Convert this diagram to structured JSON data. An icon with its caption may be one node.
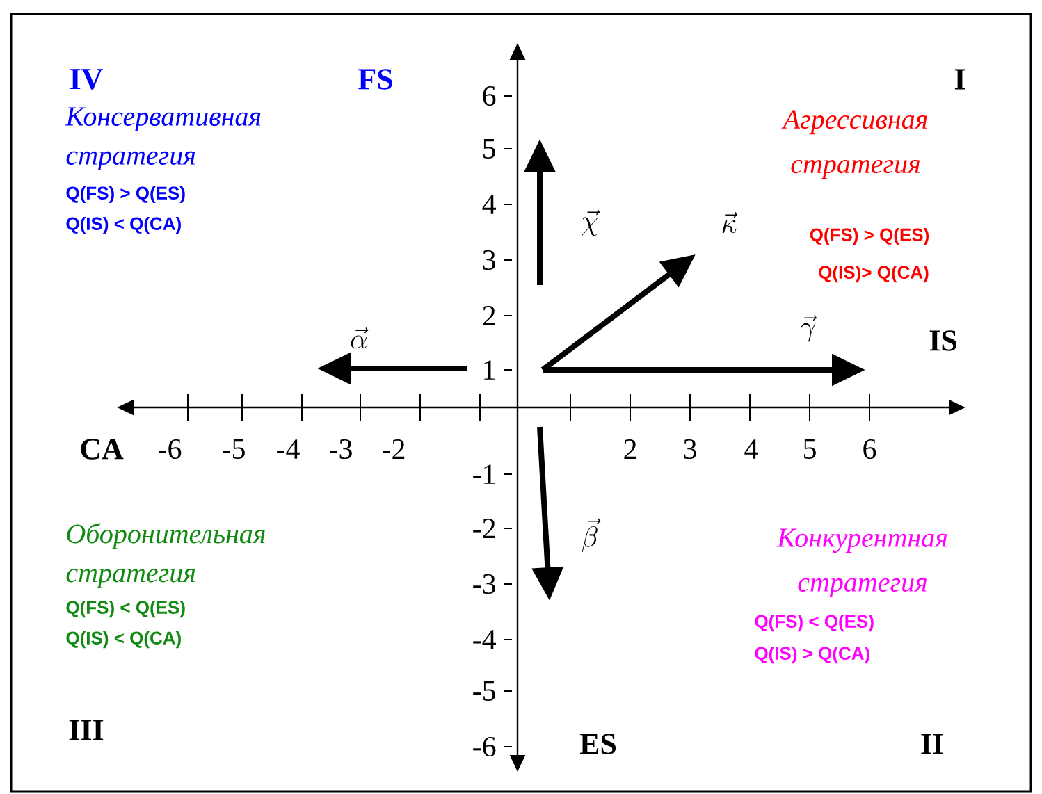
{
  "diagram": {
    "labels": [
      "IV",
      "FS",
      "I",
      "6",
      "Консервативная стратегия",
      "Агрессивная стратегия",
      "5",
      "Q(FS) > Q(ES)",
      "Q(IS) < Q(CA)",
      "4",
      "\\vec{\\chi}",
      "\\vec{\\kappa}",
      "Q(FS) > Q(ES)",
      "3",
      "Q(IS)> Q(CA)",
      "2",
      "\\vec{\\alpha}",
      "\\vec{\\gamma}",
      "IS",
      "1",
      "CA",
      "-6",
      "-5",
      "-4",
      "-3",
      "-2",
      "2",
      "3",
      "4",
      "5",
      "6",
      "-1",
      "-2",
      "\\vec{\\beta}",
      "Оборонительная стратегия",
      "Конкурентная стратегия",
      "-3",
      "Q(FS) < Q(ES)",
      "Q(FS) < Q(ES)",
      "Q(IS) < Q(CA)",
      "-4",
      "Q(IS) > Q(CA)",
      "-5",
      "III",
      "-6",
      "ES",
      "II"
    ]
  }
}
